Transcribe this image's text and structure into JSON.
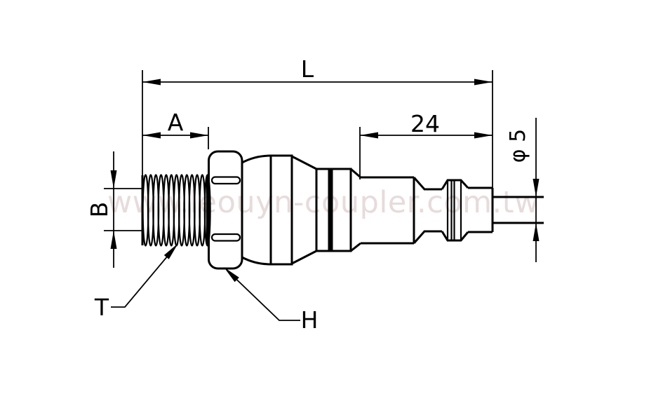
{
  "watermark": "www.leouyn-coupler.com.tw",
  "dimensions": {
    "L": "L",
    "A": "A",
    "len24": "24",
    "dia5": "φ 5",
    "B": "B",
    "T": "T",
    "H": "H"
  },
  "colors": {
    "line": "#000000",
    "watermark": "#e7dbdb",
    "background": "#ffffff",
    "seal_band": "#000000"
  }
}
